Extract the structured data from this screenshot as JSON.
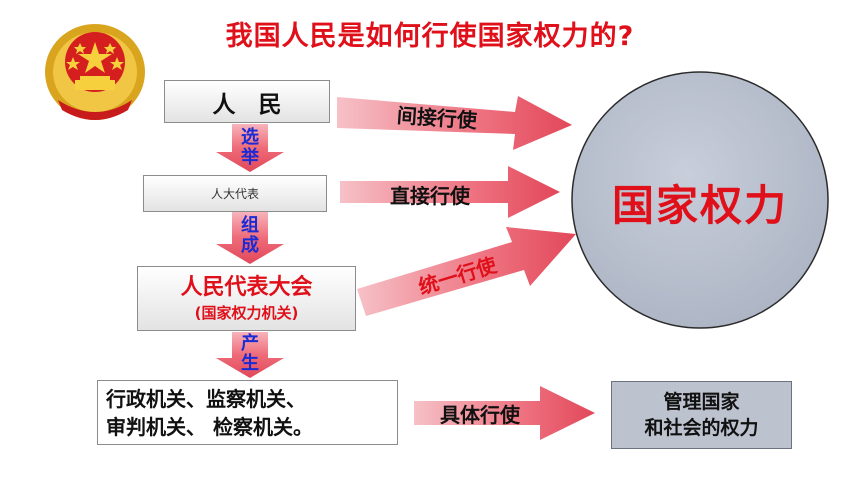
{
  "title": "我国人民是如何行使国家权力的?",
  "nodes": {
    "people": "人　民",
    "npc_deputies": "人大代表",
    "congress_main": "人民代表大会",
    "congress_sub": "(国家权力机关)",
    "organs_line1": "行政机关、监察机关、",
    "organs_line2": "审判机关、 检察机关。",
    "state_power": "国家权力",
    "manage_line1": "管理国家",
    "manage_line2": "和社会的权力"
  },
  "down_labels": {
    "elect": [
      "选",
      "举"
    ],
    "form": [
      "组",
      "成"
    ],
    "produce": [
      "产",
      "生"
    ]
  },
  "arrow_labels": {
    "indirect": "间接行使",
    "direct": "直接行使",
    "unified": "统一行使",
    "specific": "具体行使"
  },
  "colors": {
    "title_red": "#e0101a",
    "arrow_pink": "#ee6b78",
    "circle_fill": "#b9c0cd",
    "label_blue": "#1a2bd6"
  }
}
